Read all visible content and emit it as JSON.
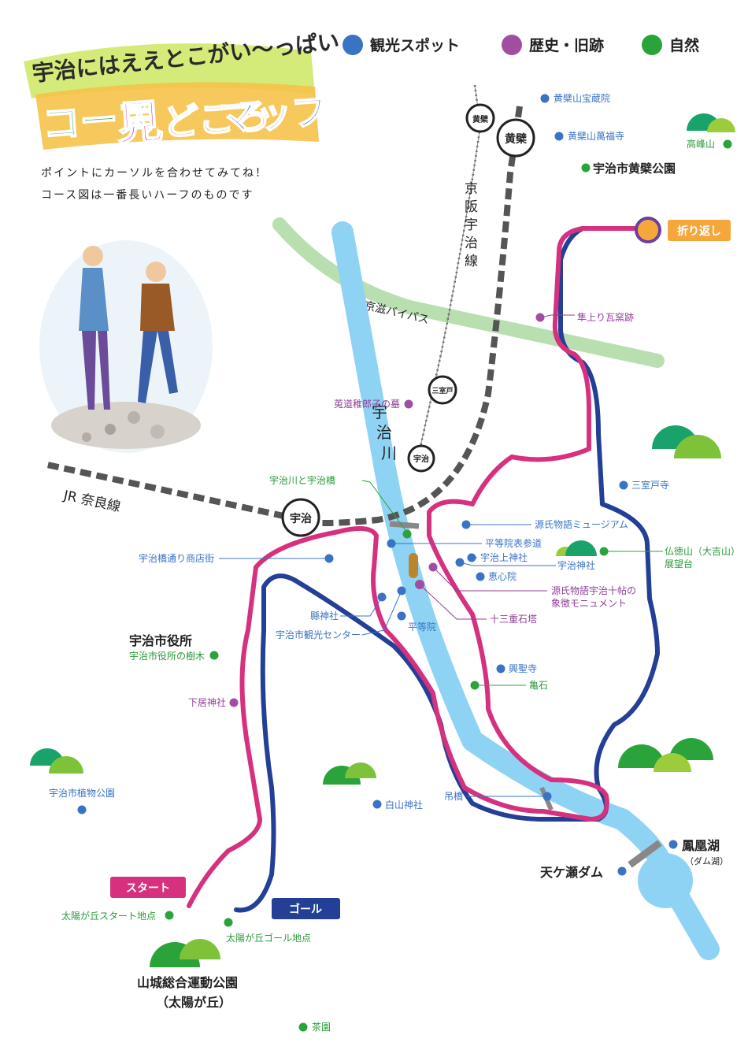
{
  "title": {
    "line1": "宇治にはええとこがい〜っぱい",
    "line2_a": "コース",
    "line2_b": "見",
    "line2_c": "どころ",
    "line2_d": "マップ"
  },
  "instructions": {
    "line1": "ポイントにカーソルを合わせてみてね！",
    "line2": "コース図は一番長いハーフのものです"
  },
  "legend": [
    {
      "label": "観光スポット",
      "color": "#3a73c4"
    },
    {
      "label": "歴史・旧跡",
      "color": "#a04fa0"
    },
    {
      "label": "自然",
      "color": "#2aa43a"
    }
  ],
  "colors": {
    "river": "#8fd3f4",
    "road": "#b9dfb0",
    "pink_course": "#d6317f",
    "blue_course": "#233f96",
    "orange": "#f6a73b"
  },
  "lines": {
    "keihan": "京阪宇治線",
    "jr": "JR 奈良線",
    "bypass": "京滋バイパス",
    "river": "宇治川"
  },
  "stations": {
    "obaku_small": "黄檗",
    "obaku": "黄檗",
    "mimuroto": "三室戸",
    "uji_keihan": "宇治",
    "uji_jr": "宇治"
  },
  "tags": {
    "start": "スタート",
    "goal": "ゴール",
    "turn": "折り返し"
  },
  "spots": {
    "obaku_hozoin": "黄檗山宝蔵院",
    "obaku_manpukuji": "黄檗山萬福寺",
    "takamine": "高峰山",
    "obaku_park": "宇治市黄檗公園",
    "hayaagari": "隼上り瓦窯跡",
    "uji_noiratsuko": "莵道稚郎子の墓",
    "mimurotoji": "三室戸寺",
    "ujigawa_ujibashi": "宇治川と宇治橋",
    "genji_museum": "源氏物語ミュージアム",
    "byodoin_omote": "平等院表参道",
    "ujibashi_street": "宇治橋通り商店街",
    "ujigami": "宇治上神社",
    "uji_jinja": "宇治神社",
    "butokusan_1": "仏徳山（大吉山）",
    "butokusan_2": "展望台",
    "eshinin": "恵心院",
    "genji_monument_1": "源氏物語宇治十帖の",
    "genji_monument_2": "象徴モニュメント",
    "agata": "縣神社",
    "jusanju": "十三重石塔",
    "kanko_center": "宇治市観光センター",
    "byodoin": "平等院",
    "city_hall": "宇治市役所",
    "city_hall_tree": "宇治市役所の樹木",
    "koshoji": "興聖寺",
    "kameishi": "亀石",
    "shimoi": "下居神社",
    "botanical": "宇治市植物公園",
    "hakusan": "白山神社",
    "tsuribashi": "吊橋",
    "hoo_lake": "鳳凰湖",
    "dam_lake": "（ダム湖）",
    "amagase": "天ケ瀬ダム",
    "start_point": "太陽が丘スタート地点",
    "goal_point": "太陽が丘ゴール地点",
    "yamashiro_1": "山城総合運動公園",
    "yamashiro_2": "（太陽が丘）",
    "chaen": "茶園"
  }
}
